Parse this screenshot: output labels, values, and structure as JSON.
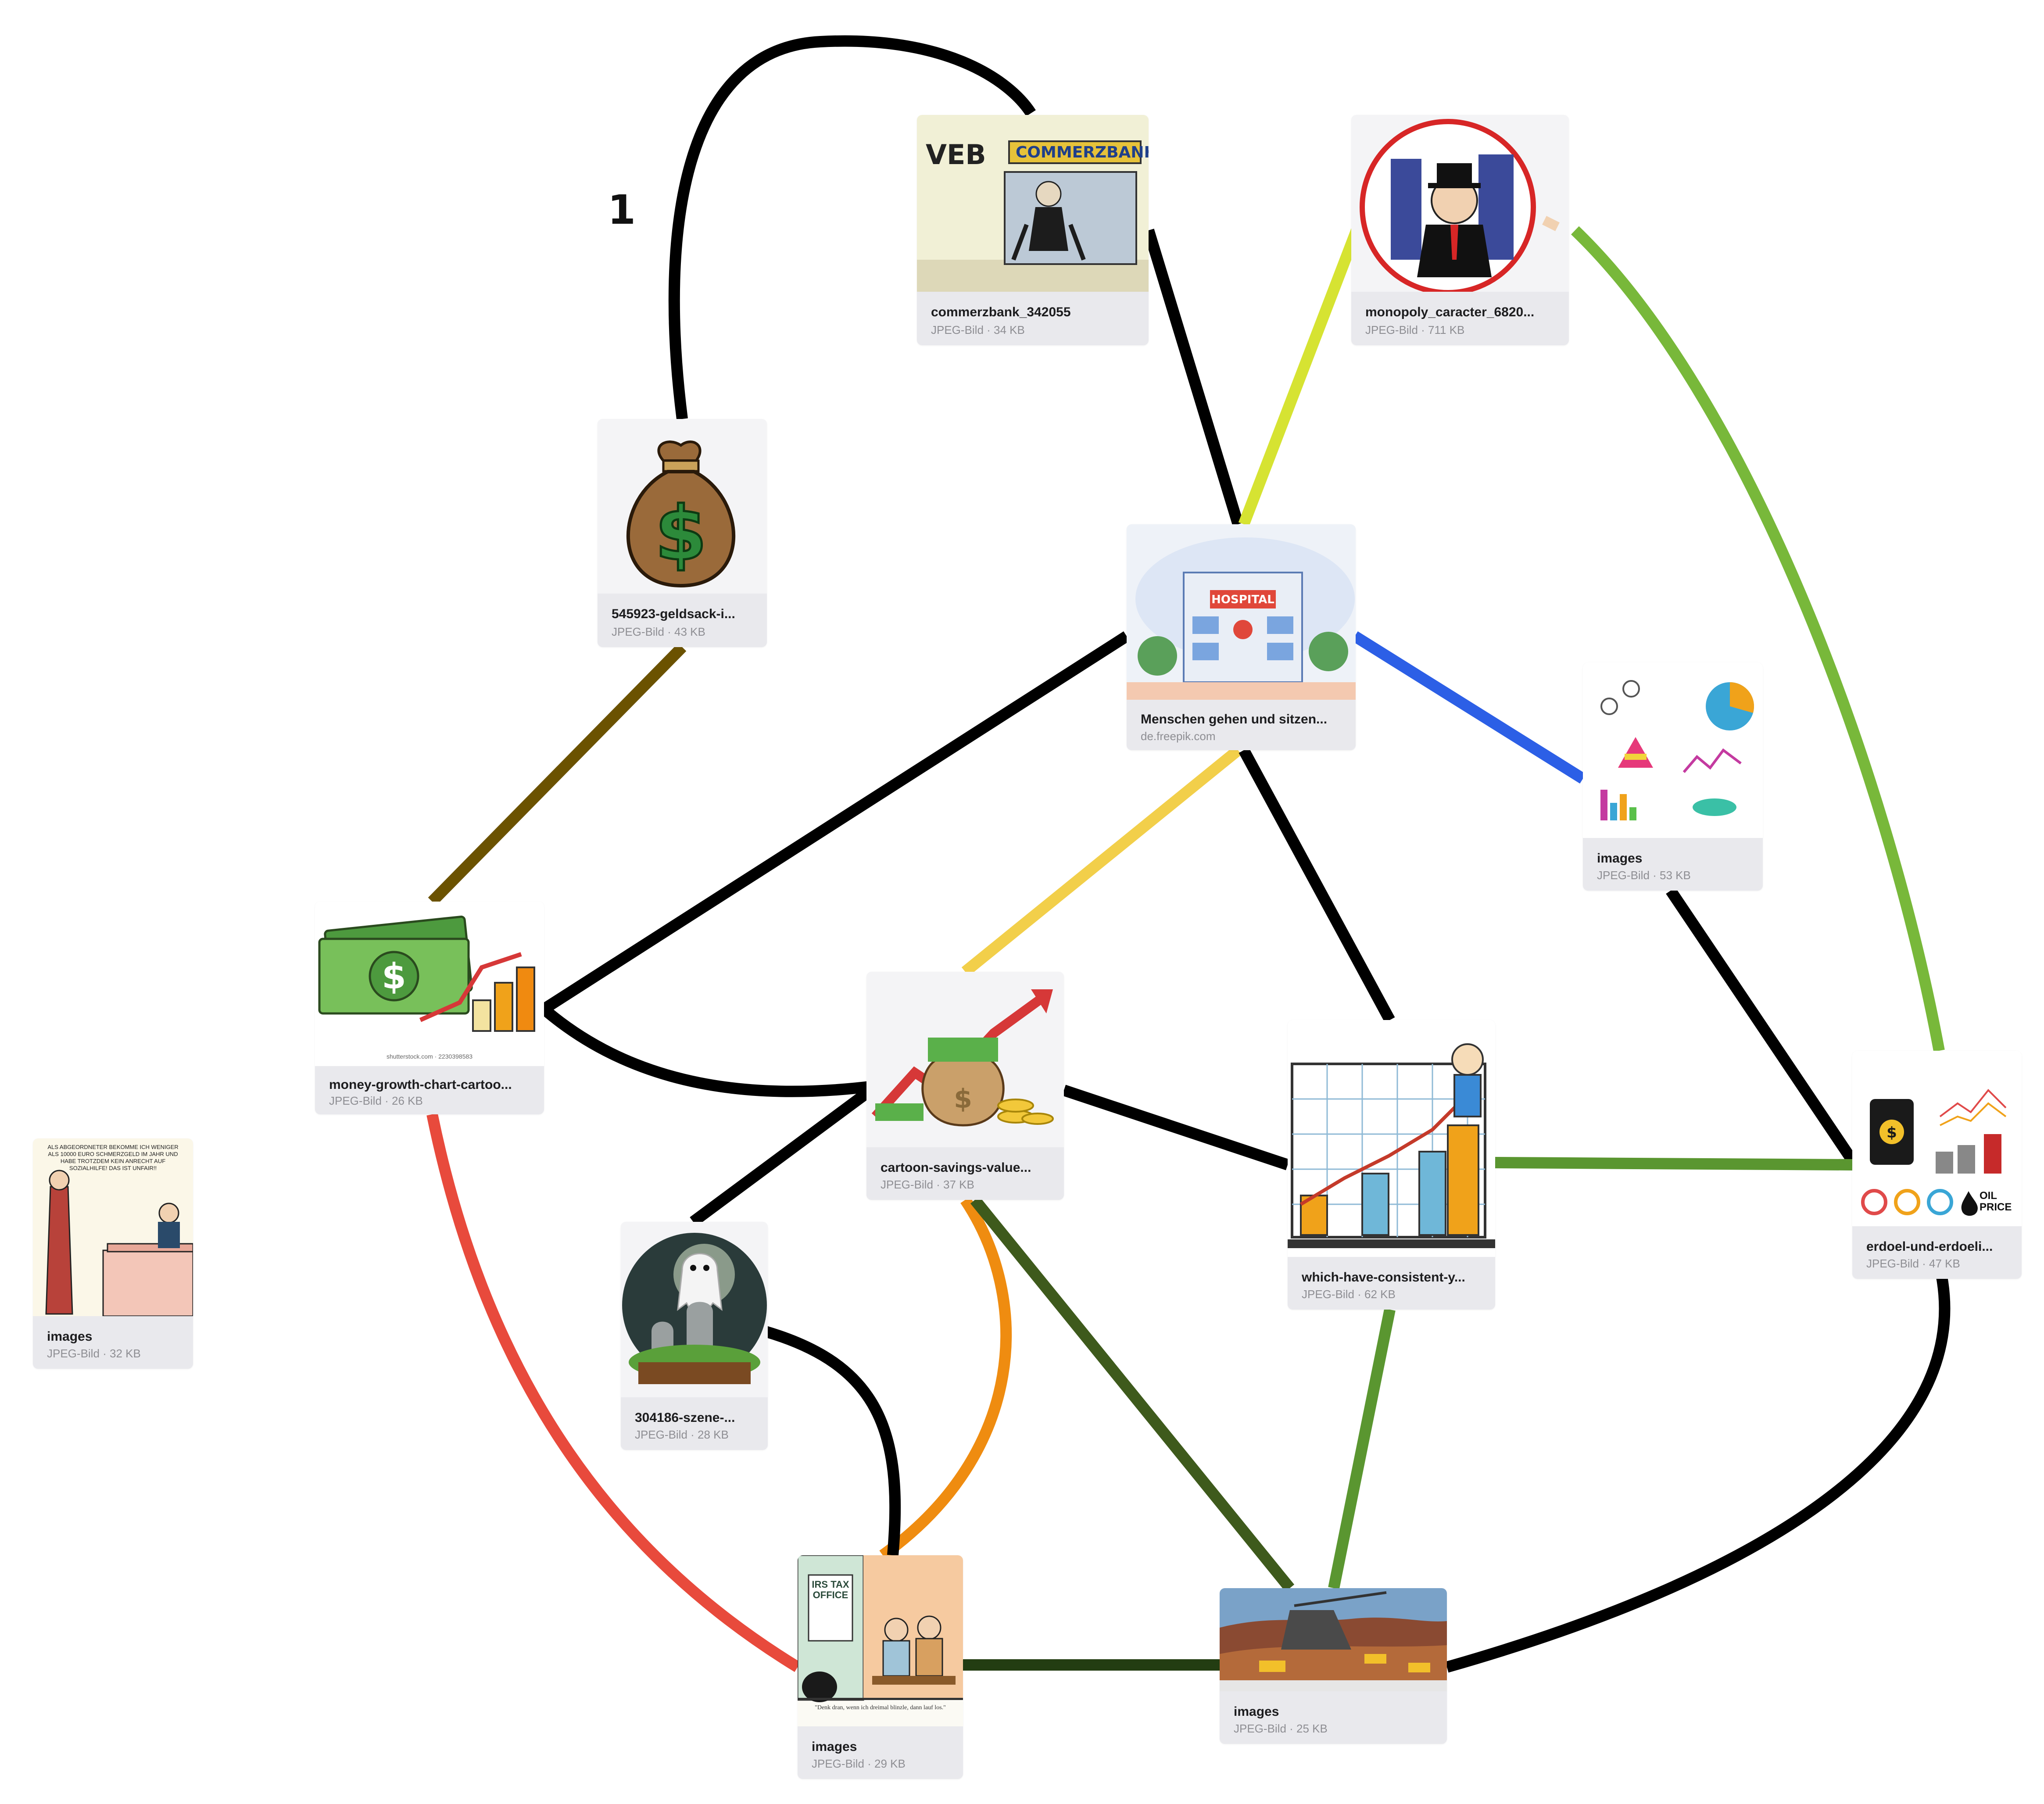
{
  "canvas_marker": "1",
  "colors": {
    "black": "#000000",
    "brown": "#6b5200",
    "lime": "#d6e332",
    "green": "#78b83a",
    "blue": "#2c5fe6",
    "yellow": "#f2cf4a",
    "red": "#e84a3c",
    "orange": "#ef8c10",
    "dark_green": "#3e5a1c",
    "mid_green": "#5a9630",
    "deep_green": "#233d12"
  },
  "cards": [
    {
      "id": "commerzbank",
      "title": "commerzbank_342055",
      "meta": "JPEG-Bild · 34 KB",
      "icon": "bank-cartoon-icon"
    },
    {
      "id": "monopoly",
      "title": "monopoly_caracter_6820...",
      "meta": "JPEG-Bild · 711 KB",
      "icon": "monopoly-man-icon"
    },
    {
      "id": "geldsack",
      "title": "545923-geldsack-i...",
      "meta": "JPEG-Bild · 43 KB",
      "icon": "money-bag-icon"
    },
    {
      "id": "hospital",
      "title": "Menschen gehen und sitzen...",
      "meta": "de.freepik.com",
      "icon": "hospital-icon"
    },
    {
      "id": "charts",
      "title": "images",
      "meta": "JPEG-Bild · 53 KB",
      "icon": "infographic-icon"
    },
    {
      "id": "money_growth",
      "title": "money-growth-chart-cartoo...",
      "meta": "JPEG-Bild · 26 KB",
      "icon": "money-growth-icon",
      "thumb_caption": "shutterstock.com · 2230398583"
    },
    {
      "id": "savings",
      "title": "cartoon-savings-value...",
      "meta": "JPEG-Bild · 37 KB",
      "icon": "savings-icon"
    },
    {
      "id": "consistent",
      "title": "which-have-consistent-y...",
      "meta": "JPEG-Bild · 62 KB",
      "icon": "growth-chart-icon"
    },
    {
      "id": "oil",
      "title": "erdoel-und-erdoeli...",
      "meta": "JPEG-Bild · 47 KB",
      "icon": "oil-price-icon",
      "thumb_text": "OIL PRICE"
    },
    {
      "id": "cartoon_left",
      "title": "images",
      "meta": "JPEG-Bild · 32 KB",
      "icon": "office-cartoon-icon",
      "thumb_text": "ALS ABGEORDNETER BEKOMME ICH WENIGER ALS 10000 EURO SCHMERZGELD IM JAHR UND HABE TROTZDEM KEIN ANRECHT AUF SOZIALHILFE! DAS IST UNFAIR!!"
    },
    {
      "id": "ghost",
      "title": "304186-szene-...",
      "meta": "JPEG-Bild · 28 KB",
      "icon": "ghost-graveyard-icon"
    },
    {
      "id": "irs",
      "title": "images",
      "meta": "JPEG-Bild · 29 KB",
      "icon": "irs-cartoon-icon",
      "thumb_text": "IRS TAX OFFICE",
      "thumb_caption": "\"Denk dran, wenn ich dreimal blinzle, dann lauf los.\""
    },
    {
      "id": "mining",
      "title": "images",
      "meta": "JPEG-Bild · 25 KB",
      "icon": "mining-site-icon"
    }
  ],
  "edges": [
    {
      "from": "geldsack",
      "to": "commerzbank",
      "color": "black"
    },
    {
      "from": "commerzbank",
      "to": "hospital",
      "color": "black"
    },
    {
      "from": "monopoly",
      "to": "hospital",
      "color": "lime"
    },
    {
      "from": "monopoly",
      "to": "oil",
      "color": "green"
    },
    {
      "from": "geldsack",
      "to": "money_growth",
      "color": "brown"
    },
    {
      "from": "hospital",
      "to": "money_growth",
      "color": "black"
    },
    {
      "from": "hospital",
      "to": "charts",
      "color": "blue"
    },
    {
      "from": "hospital",
      "to": "savings",
      "color": "yellow"
    },
    {
      "from": "hospital",
      "to": "consistent",
      "color": "black"
    },
    {
      "from": "charts",
      "to": "oil",
      "color": "black"
    },
    {
      "from": "money_growth",
      "to": "savings",
      "color": "black"
    },
    {
      "from": "money_growth",
      "to": "irs",
      "color": "red"
    },
    {
      "from": "savings",
      "to": "ghost",
      "color": "black"
    },
    {
      "from": "savings",
      "to": "consistent",
      "color": "black"
    },
    {
      "from": "savings",
      "to": "irs",
      "color": "orange"
    },
    {
      "from": "savings",
      "to": "mining",
      "color": "dark_green"
    },
    {
      "from": "consistent",
      "to": "oil",
      "color": "mid_green"
    },
    {
      "from": "consistent",
      "to": "mining",
      "color": "mid_green"
    },
    {
      "from": "ghost",
      "to": "irs",
      "color": "black"
    },
    {
      "from": "irs",
      "to": "mining",
      "color": "deep_green"
    },
    {
      "from": "mining",
      "to": "oil",
      "color": "black"
    }
  ]
}
